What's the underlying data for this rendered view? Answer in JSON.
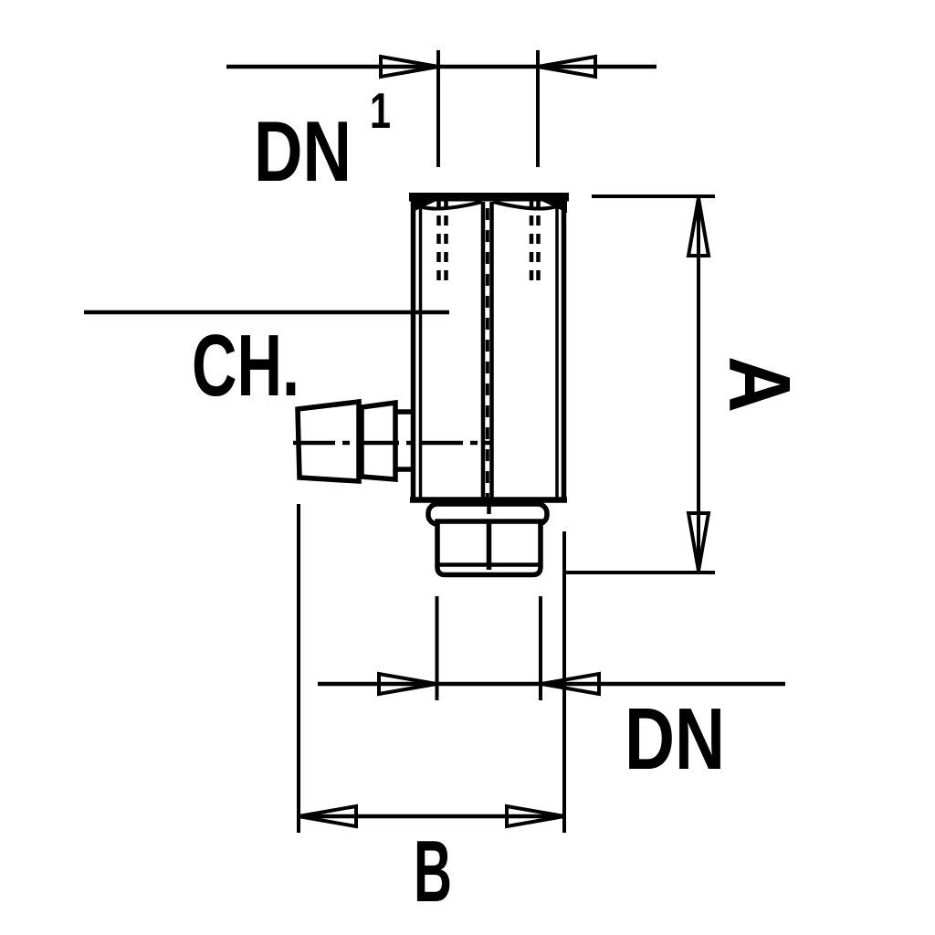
{
  "colors": {
    "background": "#ffffff",
    "line": "#000000"
  },
  "labels": {
    "dn_top": {
      "base": "DN",
      "superscript": "1"
    },
    "ch": "CH.",
    "a": "A",
    "b": "B",
    "dn_bottom": "DN"
  }
}
